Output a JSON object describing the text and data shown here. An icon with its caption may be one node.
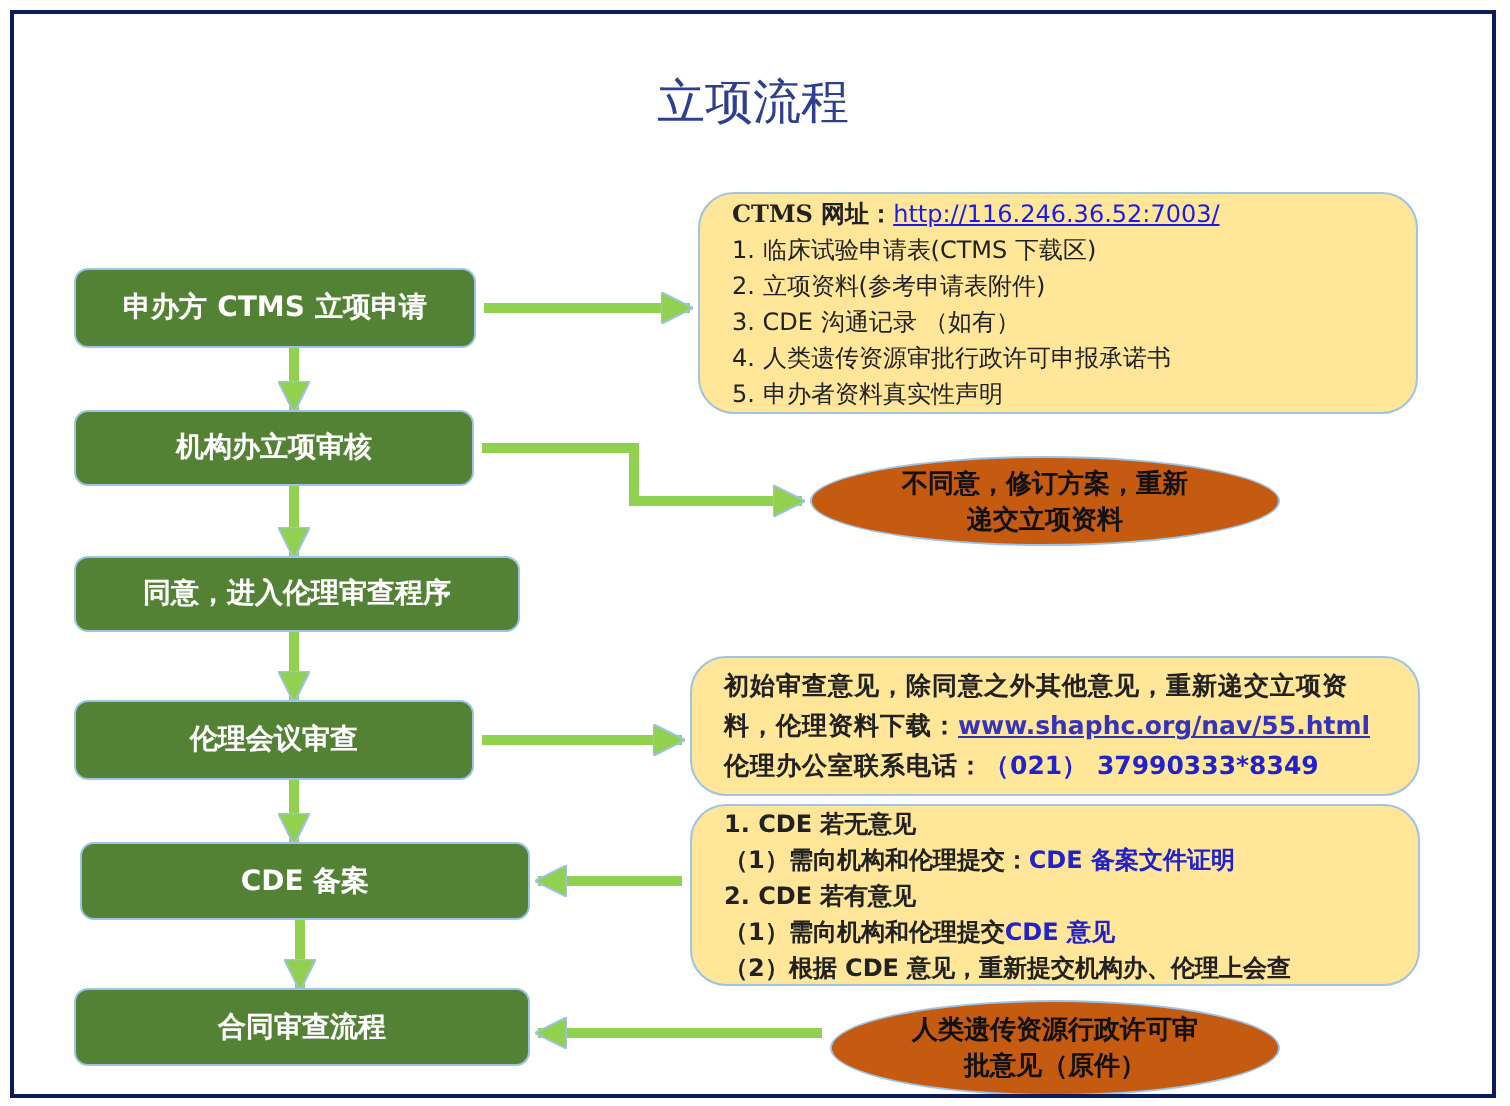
{
  "diagram": {
    "title": "立项流程",
    "nodes": [
      {
        "text": [
          "申办方 CTMS 立项申请"
        ]
      },
      {
        "text": [
          "机构办立项审核"
        ]
      },
      {
        "text": [
          "同意，进入伦理审查程序"
        ]
      },
      {
        "text": [
          "伦理会议审查"
        ]
      },
      {
        "text": [
          "CDE 备案"
        ]
      },
      {
        "text": [
          "合同审查流程"
        ]
      },
      {
        "text": [
          "CTMS 网址：",
          "http://116.246.36.52:7003/",
          "1.  临床试验申请表(CTMS 下载区)",
          "2.  立项资料(参考申请表附件)",
          "3.  CDE 沟通记录 （如有）",
          "4.  人类遗传资源审批行政许可申报承诺书",
          "5.  申办者资料真实性声明"
        ]
      },
      {
        "text": [
          "不同意，修订方案，重新递交立项资料"
        ]
      },
      {
        "text": [
          "初始审查意见，除同意之外其他意见，重新递交立项资料，伦理资料下载：",
          "www.shaphc.org/nav/55.html",
          "伦理办公室联系电话：",
          "（021） 37990333*8349"
        ]
      },
      {
        "text": [
          "1. CDE 若无意见",
          "（1）需向机构和伦理提交：",
          "CDE 备案文件证明",
          "2.  CDE 若有意见",
          "（1）需向机构和伦理提交",
          "CDE 意见",
          "（2）根据 CDE 意见，重新提交机构办、伦理上会查"
        ]
      },
      {
        "text": [
          "人类遗传资源行政许可审批意见（原件）"
        ]
      }
    ],
    "edges": [
      {
        "from": 0,
        "to": 1,
        "arrow": "to"
      },
      {
        "from": 1,
        "to": 2,
        "arrow": "to"
      },
      {
        "from": 2,
        "to": 3,
        "arrow": "to"
      },
      {
        "from": 3,
        "to": 4,
        "arrow": "to"
      },
      {
        "from": 4,
        "to": 5,
        "arrow": "to"
      },
      {
        "from": 0,
        "to": 6,
        "arrow": "to"
      },
      {
        "from": 1,
        "to": 7,
        "arrow": "to"
      },
      {
        "from": 3,
        "to": 8,
        "arrow": "to"
      },
      {
        "from": 9,
        "to": 4,
        "arrow": "to"
      },
      {
        "from": 10,
        "to": 5,
        "arrow": "to"
      }
    ]
  }
}
